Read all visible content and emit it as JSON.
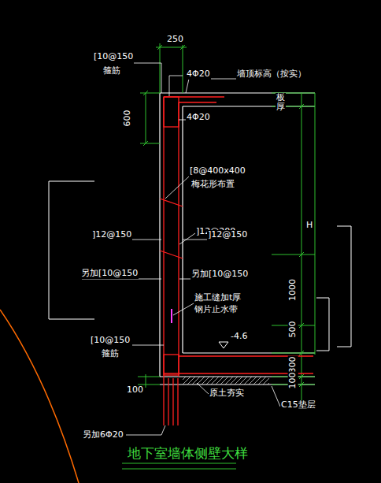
{
  "diagram": {
    "title": "地下室墙体侧壁大样",
    "labels": [
      "250",
      "[10@150",
      "箍筋",
      "4Φ20",
      "墙顶标高（按实）",
      "板厚",
      "600",
      "4Φ20",
      "[8@400x400",
      "梅花形布置",
      "]12@200",
      "]12@150",
      "]12@150",
      "H",
      "另加[10@150",
      "另加[10@150",
      "1000",
      "施工缝加t厚",
      "钢片止水带",
      "500",
      "-4.6",
      "[10@150",
      "箍筋",
      "300",
      "100",
      "100",
      "原土夯实",
      "C15垫层",
      "另加6Φ20"
    ]
  }
}
